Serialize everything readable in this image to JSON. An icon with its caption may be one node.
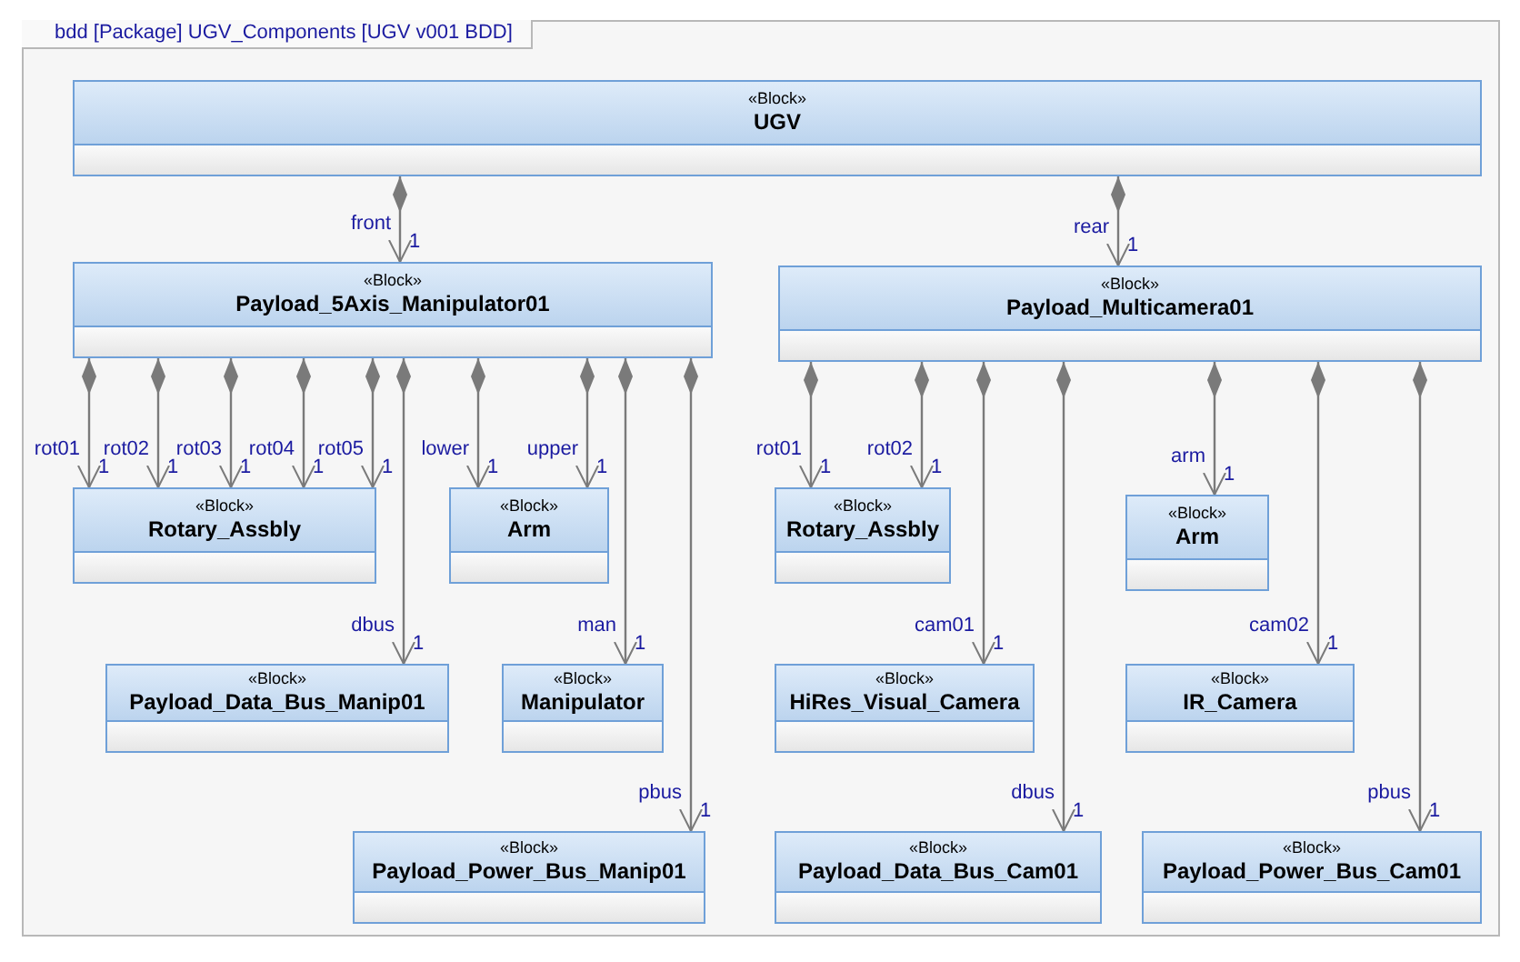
{
  "diagram": {
    "title": "bdd [Package] UGV_Components [UGV v001 BDD]",
    "nodes": [
      {
        "text": [
          "«Block»",
          "UGV"
        ]
      },
      {
        "text": [
          "«Block»",
          "Payload_5Axis_Manipulator01"
        ]
      },
      {
        "text": [
          "«Block»",
          "Payload_Multicamera01"
        ]
      },
      {
        "text": [
          "«Block»",
          "Rotary_Assbly"
        ]
      },
      {
        "text": [
          "«Block»",
          "Arm"
        ]
      },
      {
        "text": [
          "«Block»",
          "Rotary_Assbly"
        ]
      },
      {
        "text": [
          "«Block»",
          "Arm"
        ]
      },
      {
        "text": [
          "«Block»",
          "Payload_Data_Bus_Manip01"
        ]
      },
      {
        "text": [
          "«Block»",
          "Manipulator"
        ]
      },
      {
        "text": [
          "«Block»",
          "HiRes_Visual_Camera"
        ]
      },
      {
        "text": [
          "«Block»",
          "IR_Camera"
        ]
      },
      {
        "text": [
          "«Block»",
          "Payload_Power_Bus_Manip01"
        ]
      },
      {
        "text": [
          "«Block»",
          "Payload_Data_Bus_Cam01"
        ]
      },
      {
        "text": [
          "«Block»",
          "Payload_Power_Bus_Cam01"
        ]
      }
    ],
    "edges": [
      {
        "from": 0,
        "to": 1,
        "arrow": "to",
        "label": "front 1"
      },
      {
        "from": 0,
        "to": 2,
        "arrow": "to",
        "label": "rear 1"
      },
      {
        "from": 1,
        "to": 3,
        "arrow": "to",
        "label": "rot01 1"
      },
      {
        "from": 1,
        "to": 3,
        "arrow": "to",
        "label": "rot02 1"
      },
      {
        "from": 1,
        "to": 3,
        "arrow": "to",
        "label": "rot03 1"
      },
      {
        "from": 1,
        "to": 3,
        "arrow": "to",
        "label": "rot04 1"
      },
      {
        "from": 1,
        "to": 3,
        "arrow": "to",
        "label": "rot05 1"
      },
      {
        "from": 1,
        "to": 7,
        "arrow": "to",
        "label": "dbus 1"
      },
      {
        "from": 1,
        "to": 4,
        "arrow": "to",
        "label": "lower 1"
      },
      {
        "from": 1,
        "to": 4,
        "arrow": "to",
        "label": "upper 1"
      },
      {
        "from": 1,
        "to": 8,
        "arrow": "to",
        "label": "man 1"
      },
      {
        "from": 1,
        "to": 11,
        "arrow": "to",
        "label": "pbus 1"
      },
      {
        "from": 2,
        "to": 5,
        "arrow": "to",
        "label": "rot01 1"
      },
      {
        "from": 2,
        "to": 5,
        "arrow": "to",
        "label": "rot02 1"
      },
      {
        "from": 2,
        "to": 9,
        "arrow": "to",
        "label": "cam01 1"
      },
      {
        "from": 2,
        "to": 12,
        "arrow": "to",
        "label": "dbus 1"
      },
      {
        "from": 2,
        "to": 6,
        "arrow": "to",
        "label": "arm 1"
      },
      {
        "from": 2,
        "to": 10,
        "arrow": "to",
        "label": "cam02 1"
      },
      {
        "from": 2,
        "to": 13,
        "arrow": "to",
        "label": "pbus 1"
      }
    ]
  }
}
